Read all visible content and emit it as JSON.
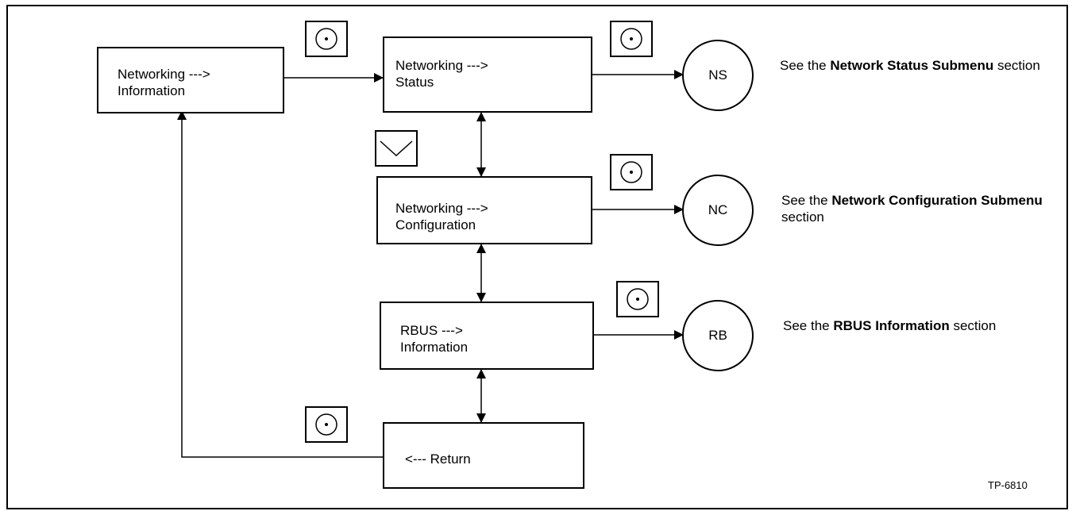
{
  "boxes": {
    "net_info": "Networking --->\nInformation",
    "net_status": "Networking --->\nStatus",
    "net_config": "Networking --->\nConfiguration",
    "rbus_info": "RBUS --->\nInformation",
    "return": "<--- Return"
  },
  "circles": {
    "ns": "NS",
    "nc": "NC",
    "rb": "RB"
  },
  "notes": {
    "ns": {
      "pre": "See the ",
      "bold": "Network Status Submenu",
      "post": " section"
    },
    "nc": {
      "pre": "See the ",
      "bold": "Network Configuration Submenu",
      "post": " section"
    },
    "rb": {
      "pre": "See the ",
      "bold": "RBUS Information",
      "post": " section"
    }
  },
  "icons": {
    "select": "select-button-icon",
    "down": "down-arrow-button-icon"
  },
  "figure_id": "TP-6810"
}
